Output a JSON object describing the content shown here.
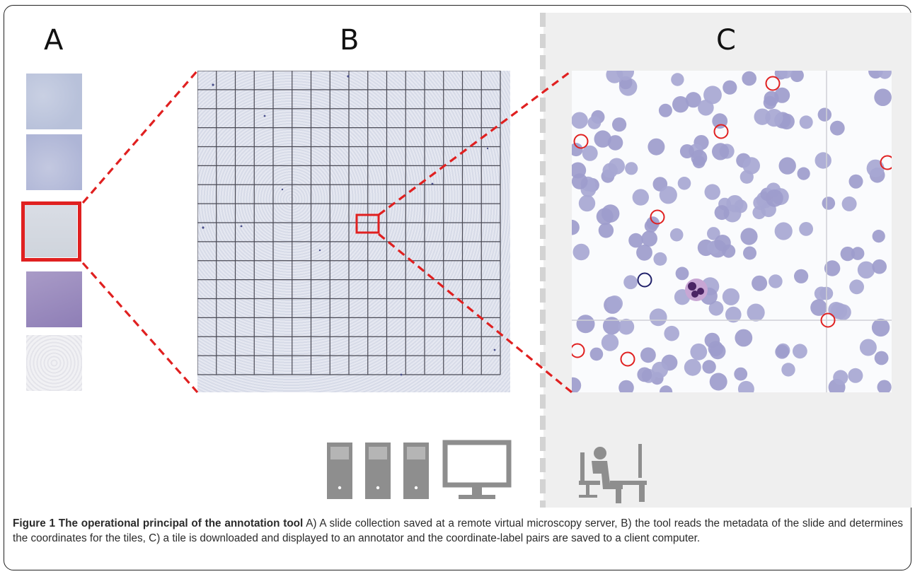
{
  "panels": {
    "a": "A",
    "b": "B",
    "c": "C"
  },
  "caption": {
    "figure_label": "Figure 1",
    "title": "The operational principal of the annotation tool",
    "body": " A) A slide collection saved at a remote virtual microscopy server, B) the tool reads the metadata of the slide and determines the coordinates for the tiles, C) a tile is downloaded and displayed to an annotator and the coordinate-label pairs are saved to a client computer."
  },
  "colors": {
    "highlight_red": "#e02020",
    "grid_dark": "#4a4a55",
    "panel_c_bg": "#efefef",
    "icon_gray": "#8e8e8e"
  },
  "icons": [
    "server-tower-icon",
    "server-tower-icon",
    "server-tower-icon",
    "monitor-icon",
    "person-at-desk-icon"
  ]
}
